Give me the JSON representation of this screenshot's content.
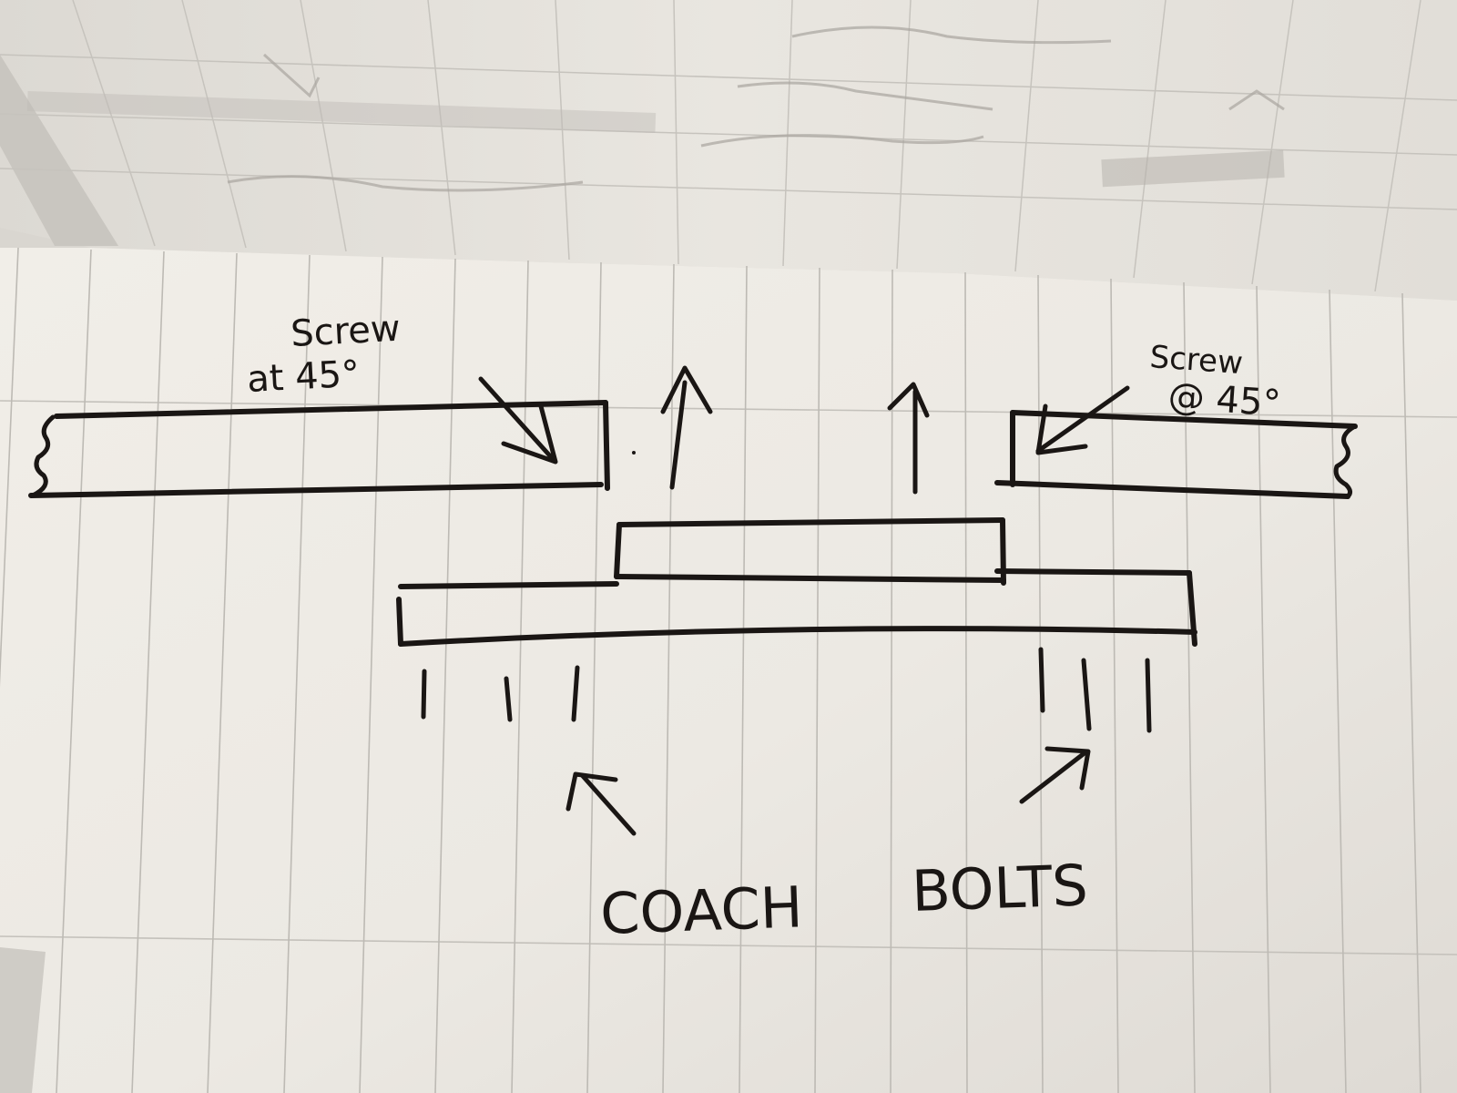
{
  "sketch": {
    "label_screw_left_line1": "Screw",
    "label_screw_left_line2": "at 45°",
    "label_screw_right_line1": "Screw",
    "label_screw_right_line2": "@ 45°",
    "label_coach": "COACH",
    "label_bolts": "BOLTS"
  },
  "colors": {
    "ink": "#1a1614",
    "paper": "#efece6",
    "grid_line": "#b9b6b1",
    "back_page": "#e6e3de"
  }
}
